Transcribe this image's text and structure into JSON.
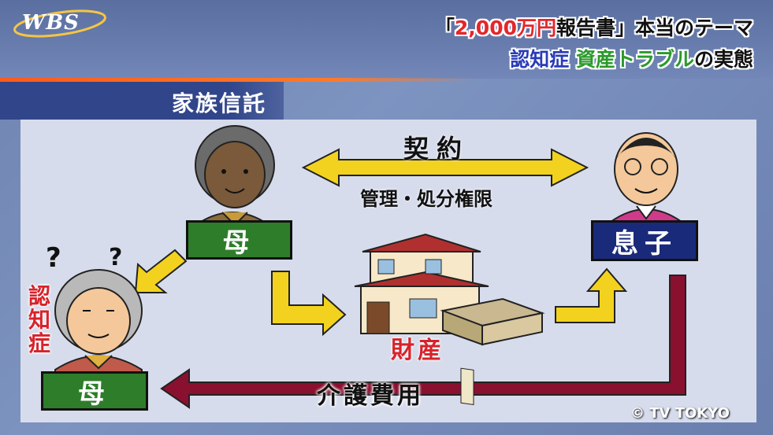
{
  "header": {
    "logo": "WBS",
    "headline_line1": {
      "bracket_open": "「",
      "highlight": "2,000万円",
      "rest": "報告書」本当のテーマ"
    },
    "headline_line2": {
      "part1": "認知症",
      "part2": "資産トラブル",
      "part3": "の実態"
    }
  },
  "section_title": "家族信託",
  "diagram": {
    "mother_label": "母",
    "son_label": "息子",
    "contract_label": "契約",
    "authority_label": "管理・処分権限",
    "property_label": "財産",
    "care_cost_label": "介護費用",
    "dementia_label": [
      "認",
      "知",
      "症"
    ],
    "question_marks": [
      "?",
      "?"
    ],
    "dementia_mother_label": "母"
  },
  "colors": {
    "accent_orange": "#ff5a1a",
    "mother_box": "#2e7d2a",
    "son_box": "#1a2a7a",
    "arrow_yellow": "#f2d21e",
    "arrow_maroon": "#8a1030",
    "red_text": "#d8222a"
  },
  "copyright": "© TV TOKYO"
}
